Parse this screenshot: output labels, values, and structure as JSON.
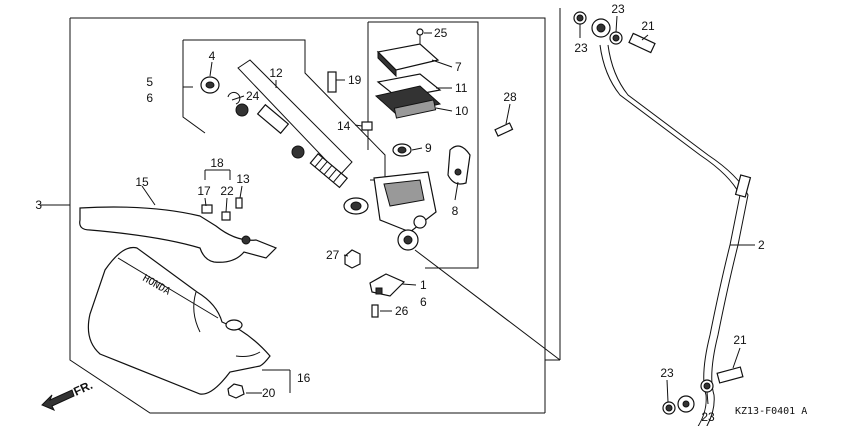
{
  "diagram_code": "KZ13-F0401 A",
  "direction_label": "FR.",
  "brand_text": "HONDA",
  "callouts": {
    "c1": "1",
    "c1b": "6",
    "c2": "2",
    "c3": "3",
    "c4": "4",
    "c5": "5",
    "c6": "6",
    "c7": "7",
    "c8": "8",
    "c9": "9",
    "c10": "10",
    "c11": "11",
    "c12": "12",
    "c13": "13",
    "c14": "14",
    "c15": "15",
    "c16": "16",
    "c17": "17",
    "c18": "18",
    "c19": "19",
    "c20": "20",
    "c21a": "21",
    "c21b": "21",
    "c22": "22",
    "c23a": "23",
    "c23b": "23",
    "c23c": "23",
    "c23d": "23",
    "c24": "24",
    "c25": "25",
    "c26": "26",
    "c27": "27",
    "c28": "28"
  }
}
